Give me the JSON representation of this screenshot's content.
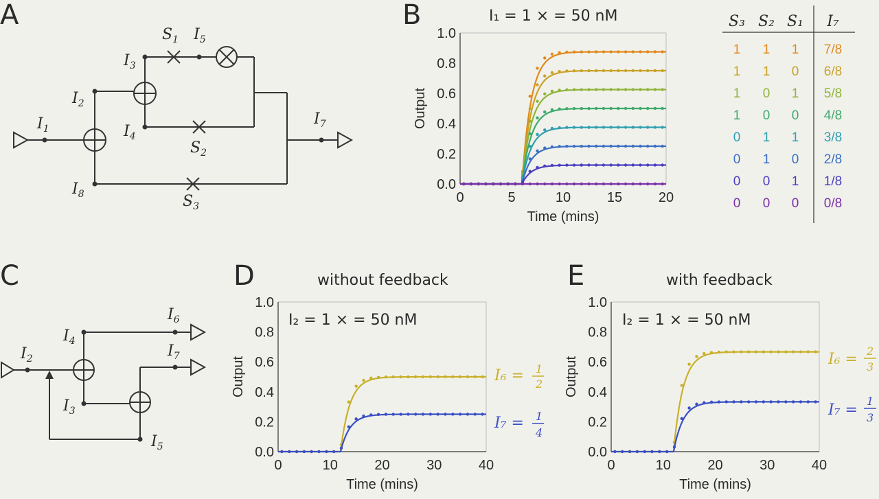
{
  "panels": {
    "A": {
      "letter": "A",
      "labels": {
        "I1": "1",
        "I2": "2",
        "I3": "3",
        "I4": "4",
        "I5": "5",
        "I7": "7",
        "I8": "8",
        "S1": "1",
        "S2": "2",
        "S3": "3"
      }
    },
    "B": {
      "letter": "B",
      "title": "I₁ = 1 × = 50 nM"
    },
    "C": {
      "letter": "C",
      "labels": {
        "I2": "2",
        "I3": "3",
        "I4": "4",
        "I5": "5",
        "I6": "6",
        "I7": "7"
      }
    },
    "D": {
      "letter": "D",
      "title": "without feedback",
      "annotation": "I₂ = 1 × = 50 nM",
      "label_I7": "I₇ = ",
      "label_I7_num": "1",
      "label_I7_den": "4",
      "label_I6": "I₆ = ",
      "label_I6_num": "1",
      "label_I6_den": "2"
    },
    "E": {
      "letter": "E",
      "title": "with feedback",
      "annotation": "I₂ = 1 × = 50 nM",
      "label_I6": "I₆ = ",
      "label_I6_num": "2",
      "label_I6_den": "3",
      "label_I7": "I₇ = ",
      "label_I7_num": "1",
      "label_I7_den": "3"
    }
  },
  "truth_table": {
    "headers": [
      "S₃",
      "S₂",
      "S₁",
      "I₇"
    ],
    "rows": [
      {
        "s3": "1",
        "s2": "1",
        "s1": "1",
        "i7": "7/8",
        "color": "#e08a1e"
      },
      {
        "s3": "1",
        "s2": "1",
        "s1": "0",
        "i7": "6/8",
        "color": "#c9a227"
      },
      {
        "s3": "1",
        "s2": "0",
        "s1": "1",
        "i7": "5/8",
        "color": "#8fb43a"
      },
      {
        "s3": "1",
        "s2": "0",
        "s1": "0",
        "i7": "4/8",
        "color": "#3faa6a"
      },
      {
        "s3": "0",
        "s2": "1",
        "s1": "1",
        "i7": "3/8",
        "color": "#2f9fb0"
      },
      {
        "s3": "0",
        "s2": "1",
        "s1": "0",
        "i7": "2/8",
        "color": "#3a6fc4"
      },
      {
        "s3": "0",
        "s2": "0",
        "s1": "1",
        "i7": "1/8",
        "color": "#4a3fc0"
      },
      {
        "s3": "0",
        "s2": "0",
        "s1": "0",
        "i7": "0/8",
        "color": "#7a2fa8"
      }
    ]
  },
  "chart_data": [
    {
      "panel": "B",
      "type": "line",
      "xlabel": "Time (mins)",
      "ylabel": "Output",
      "xlim": [
        0,
        20
      ],
      "ylim": [
        0,
        1.0
      ],
      "xticks": [
        "0",
        "5",
        "10",
        "15",
        "20"
      ],
      "yticks": [
        "0.0",
        "0.2",
        "0.4",
        "0.6",
        "0.8",
        "1.0"
      ],
      "onset": 6,
      "series": [
        {
          "values": [
            0.875,
            0.75,
            0.625,
            0.5,
            0.375,
            0.25,
            0.125,
            0.0
          ],
          "colors": [
            "#e08a1e",
            "#c9a227",
            "#8fb43a",
            "#3faa6a",
            "#2f9fb0",
            "#3a6fc4",
            "#4a3fc0",
            "#7a2fa8"
          ]
        }
      ]
    },
    {
      "panel": "D",
      "type": "line",
      "xlabel": "Time (mins)",
      "ylabel": "Output",
      "xlim": [
        0,
        40
      ],
      "ylim": [
        0,
        1.0
      ],
      "xticks": [
        "0",
        "10",
        "20",
        "30",
        "40"
      ],
      "yticks": [
        "0.0",
        "0.2",
        "0.4",
        "0.6",
        "0.8",
        "1.0"
      ],
      "onset": 12,
      "series": [
        {
          "value": 0.5,
          "color": "#c9b02a"
        },
        {
          "value": 0.25,
          "color": "#3a4fc4"
        }
      ]
    },
    {
      "panel": "E",
      "type": "line",
      "xlabel": "Time (mins)",
      "ylabel": "Output",
      "xlim": [
        0,
        40
      ],
      "ylim": [
        0,
        1.0
      ],
      "xticks": [
        "0",
        "10",
        "20",
        "30",
        "40"
      ],
      "yticks": [
        "0.0",
        "0.2",
        "0.4",
        "0.6",
        "0.8",
        "1.0"
      ],
      "onset": 12,
      "series": [
        {
          "value": 0.667,
          "color": "#c9b02a"
        },
        {
          "value": 0.333,
          "color": "#3a4fc4"
        }
      ]
    }
  ]
}
